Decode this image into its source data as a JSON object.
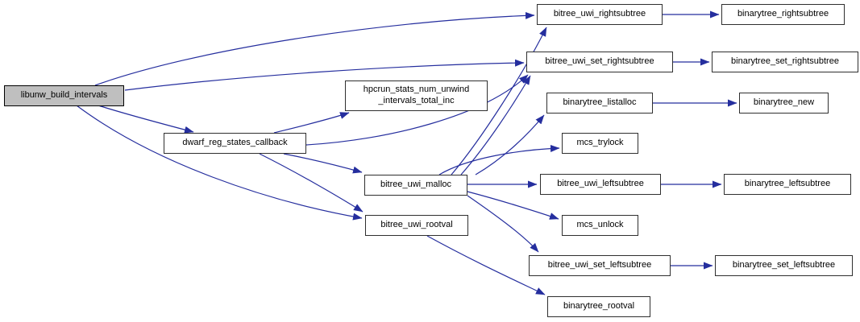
{
  "diagram": {
    "type": "doxygen-call-graph",
    "root": "libunw_build_intervals"
  },
  "colors": {
    "edge": "#252e9e",
    "node_border": "#2f2f2f",
    "node_fill": "#ffffff",
    "root_fill": "#bfbfbf",
    "background": "#ffffff"
  },
  "nodes": {
    "libunw_build_intervals": {
      "label": "libunw_build_intervals"
    },
    "dwarf_reg_states_callback": {
      "label": "dwarf_reg_states_callback"
    },
    "hpcrun_stats_num_unwind_intervals_total_inc": {
      "label": "hpcrun_stats_num_unwind\n_intervals_total_inc"
    },
    "bitree_uwi_malloc": {
      "label": "bitree_uwi_malloc"
    },
    "bitree_uwi_rootval": {
      "label": "bitree_uwi_rootval"
    },
    "bitree_uwi_rightsubtree": {
      "label": "bitree_uwi_rightsubtree"
    },
    "binarytree_rightsubtree": {
      "label": "binarytree_rightsubtree"
    },
    "bitree_uwi_set_rightsubtree": {
      "label": "bitree_uwi_set_rightsubtree"
    },
    "binarytree_set_rightsubtree": {
      "label": "binarytree_set_rightsubtree"
    },
    "binarytree_listalloc": {
      "label": "binarytree_listalloc"
    },
    "binarytree_new": {
      "label": "binarytree_new"
    },
    "mcs_trylock": {
      "label": "mcs_trylock"
    },
    "bitree_uwi_leftsubtree": {
      "label": "bitree_uwi_leftsubtree"
    },
    "binarytree_leftsubtree": {
      "label": "binarytree_leftsubtree"
    },
    "mcs_unlock": {
      "label": "mcs_unlock"
    },
    "bitree_uwi_set_leftsubtree": {
      "label": "bitree_uwi_set_leftsubtree"
    },
    "binarytree_set_leftsubtree": {
      "label": "binarytree_set_leftsubtree"
    },
    "binarytree_rootval": {
      "label": "binarytree_rootval"
    }
  },
  "edges": [
    {
      "from": "libunw_build_intervals",
      "to": "bitree_uwi_rightsubtree"
    },
    {
      "from": "libunw_build_intervals",
      "to": "bitree_uwi_set_rightsubtree"
    },
    {
      "from": "libunw_build_intervals",
      "to": "dwarf_reg_states_callback"
    },
    {
      "from": "libunw_build_intervals",
      "to": "bitree_uwi_rootval"
    },
    {
      "from": "dwarf_reg_states_callback",
      "to": "hpcrun_stats_num_unwind_intervals_total_inc"
    },
    {
      "from": "dwarf_reg_states_callback",
      "to": "bitree_uwi_set_rightsubtree"
    },
    {
      "from": "dwarf_reg_states_callback",
      "to": "bitree_uwi_malloc"
    },
    {
      "from": "dwarf_reg_states_callback",
      "to": "bitree_uwi_rootval"
    },
    {
      "from": "bitree_uwi_malloc",
      "to": "bitree_uwi_rightsubtree"
    },
    {
      "from": "bitree_uwi_malloc",
      "to": "bitree_uwi_set_rightsubtree"
    },
    {
      "from": "bitree_uwi_malloc",
      "to": "binarytree_listalloc"
    },
    {
      "from": "bitree_uwi_malloc",
      "to": "mcs_trylock"
    },
    {
      "from": "bitree_uwi_malloc",
      "to": "bitree_uwi_leftsubtree"
    },
    {
      "from": "bitree_uwi_malloc",
      "to": "mcs_unlock"
    },
    {
      "from": "bitree_uwi_malloc",
      "to": "bitree_uwi_set_leftsubtree"
    },
    {
      "from": "bitree_uwi_rootval",
      "to": "binarytree_rootval"
    },
    {
      "from": "bitree_uwi_rightsubtree",
      "to": "binarytree_rightsubtree"
    },
    {
      "from": "bitree_uwi_set_rightsubtree",
      "to": "binarytree_set_rightsubtree"
    },
    {
      "from": "binarytree_listalloc",
      "to": "binarytree_new"
    },
    {
      "from": "bitree_uwi_leftsubtree",
      "to": "binarytree_leftsubtree"
    },
    {
      "from": "bitree_uwi_set_leftsubtree",
      "to": "binarytree_set_leftsubtree"
    }
  ]
}
